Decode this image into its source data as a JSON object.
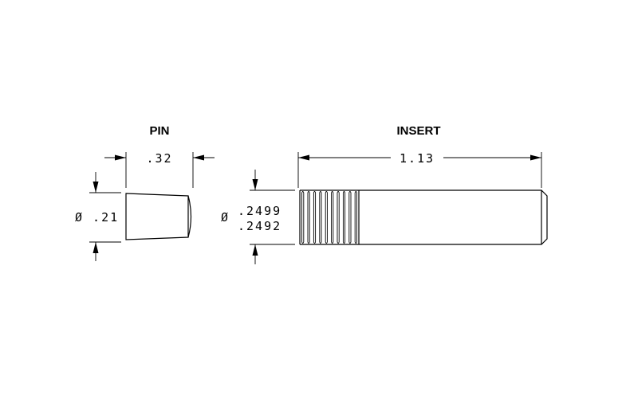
{
  "pin": {
    "title": "PIN",
    "length_label": ".32",
    "diameter_label": "Ø .21"
  },
  "insert": {
    "title": "INSERT",
    "length_label": "1.13",
    "diameter_symbol": "Ø",
    "diameter_max": ".2499",
    "diameter_min": ".2492"
  }
}
